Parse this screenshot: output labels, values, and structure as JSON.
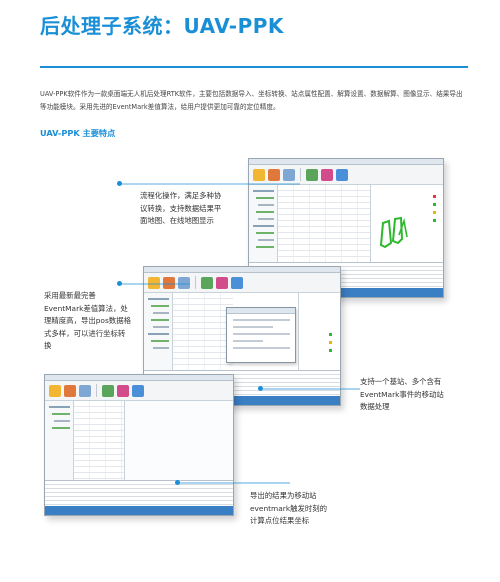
{
  "header": {
    "title": "后处理子系统：UAV-PPK"
  },
  "intro": {
    "text": "UAV-PPK软件作为一款桌面端无人机后处理RTK软件，主要包括数据导入、坐标转换、站点属性配置、解算设置、数据解算、图像显示、结果导出等功能模块。采用先进的EventMark差值算法，给用户提供更加可靠的定位精度。"
  },
  "section": {
    "title": "UAV-PPK 主要特点"
  },
  "features": [
    {
      "text": "流程化操作，满足多种协议转换，支持数据结果平面地图、在线地图显示"
    },
    {
      "text": "采用最新最完善EventMark差值算法，处理精度高，导出pos数据格式多样，可以进行坐标转换"
    },
    {
      "text": "支持一个基站、多个含有EventMark事件的移动站数据处理"
    },
    {
      "text": "导出的结果为移动站eventmark触发时刻的计算点位结果坐标"
    }
  ],
  "colors": {
    "accent": "#1a8fd6",
    "status_bar": "#3a7fc4",
    "track_green": "#2db82d"
  },
  "toolbar_icons": [
    "open-folder-icon",
    "import-icon",
    "settings-icon",
    "solve-icon",
    "export-icon",
    "map-icon",
    "help-icon"
  ]
}
